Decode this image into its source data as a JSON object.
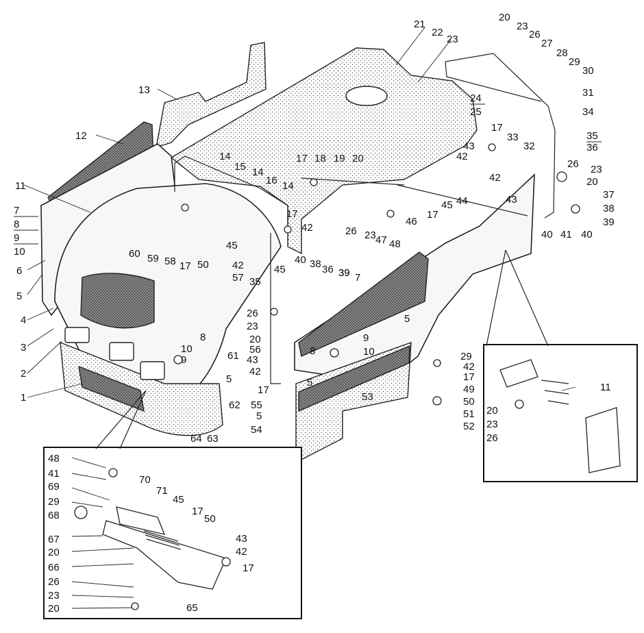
{
  "labels": [
    "1",
    "2",
    "3",
    "4",
    "5",
    "5",
    "5",
    "5",
    "5",
    "6",
    "7",
    "7",
    "8",
    "8",
    "8",
    "9",
    "9",
    "9",
    "10",
    "10",
    "10",
    "11",
    "11",
    "12",
    "13",
    "14",
    "14",
    "14",
    "15",
    "16",
    "17",
    "17",
    "17",
    "17",
    "17",
    "17",
    "17",
    "17",
    "17",
    "18",
    "19",
    "20",
    "20",
    "20",
    "20",
    "20",
    "20",
    "20",
    "21",
    "22",
    "23",
    "23",
    "23",
    "23",
    "23",
    "23",
    "23",
    "24",
    "25",
    "26",
    "26",
    "26",
    "26",
    "26",
    "26",
    "27",
    "28",
    "29",
    "29",
    "29",
    "30",
    "31",
    "32",
    "33",
    "34",
    "35",
    "35",
    "36",
    "36",
    "37",
    "38",
    "38",
    "39",
    "39",
    "39",
    "40",
    "40",
    "40",
    "41",
    "41",
    "42",
    "42",
    "42",
    "42",
    "42",
    "42",
    "42",
    "43",
    "43",
    "43",
    "43",
    "44",
    "45",
    "45",
    "45",
    "45",
    "46",
    "47",
    "48",
    "48",
    "49",
    "50",
    "50",
    "50",
    "51",
    "52",
    "53",
    "54",
    "55",
    "56",
    "57",
    "58",
    "59",
    "60",
    "61",
    "62",
    "63",
    "64",
    "65",
    "66",
    "67",
    "68",
    "69",
    "70",
    "71"
  ],
  "colors": {
    "ink": "#222222",
    "paper": "#ffffff",
    "stipple": "#555555"
  }
}
